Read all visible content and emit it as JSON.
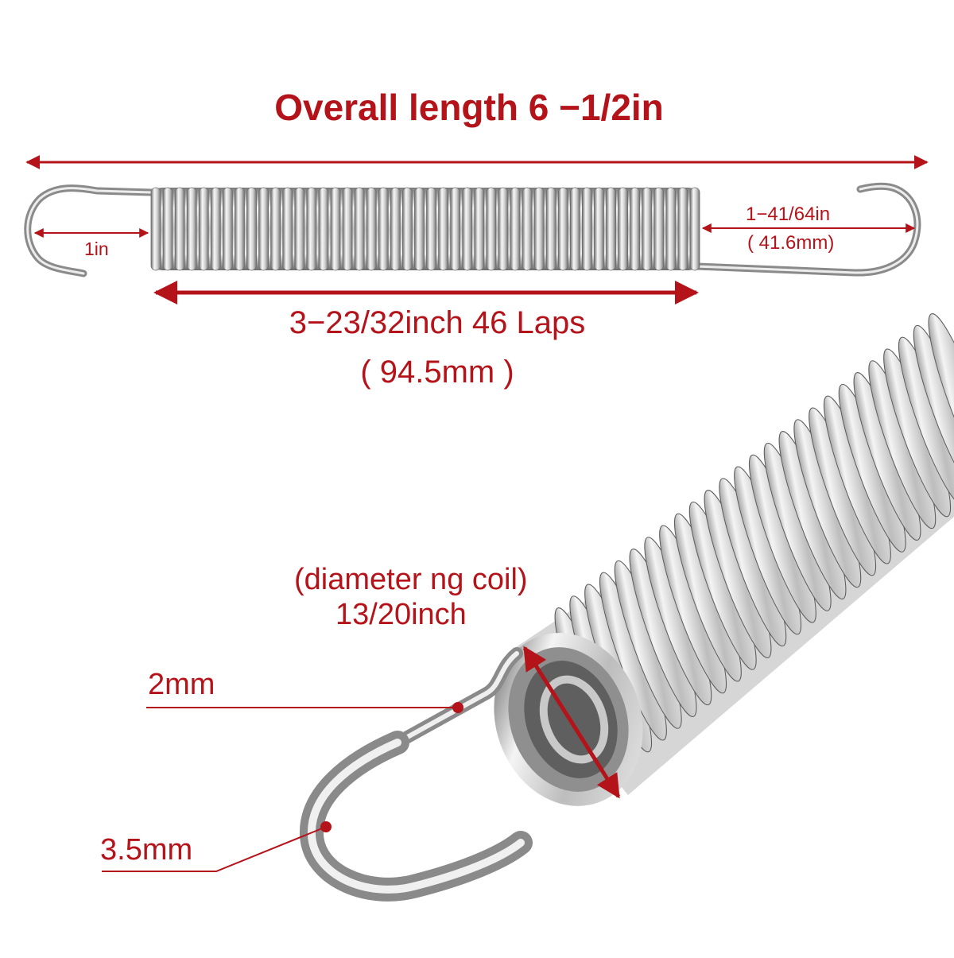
{
  "labels": {
    "overall_length": "Overall length 6 −1/2in",
    "left_hook_length": "1in",
    "right_hook_length_in": "1−41/64in",
    "right_hook_length_mm": "( 41.6mm)",
    "body_length": "3−23/32inch  46 Laps",
    "body_length_mm": "( 94.5mm )",
    "coil_diameter_title": "(diameter ng coil)",
    "coil_diameter_value": "13/20inch",
    "wire_diameter": "2mm",
    "hook_wire_diameter": "3.5mm"
  },
  "colors": {
    "annotation": "#b5131a",
    "steel_light": "#f2f2f2",
    "steel_mid": "#b8b8b8",
    "steel_dark": "#6e6e6e"
  }
}
